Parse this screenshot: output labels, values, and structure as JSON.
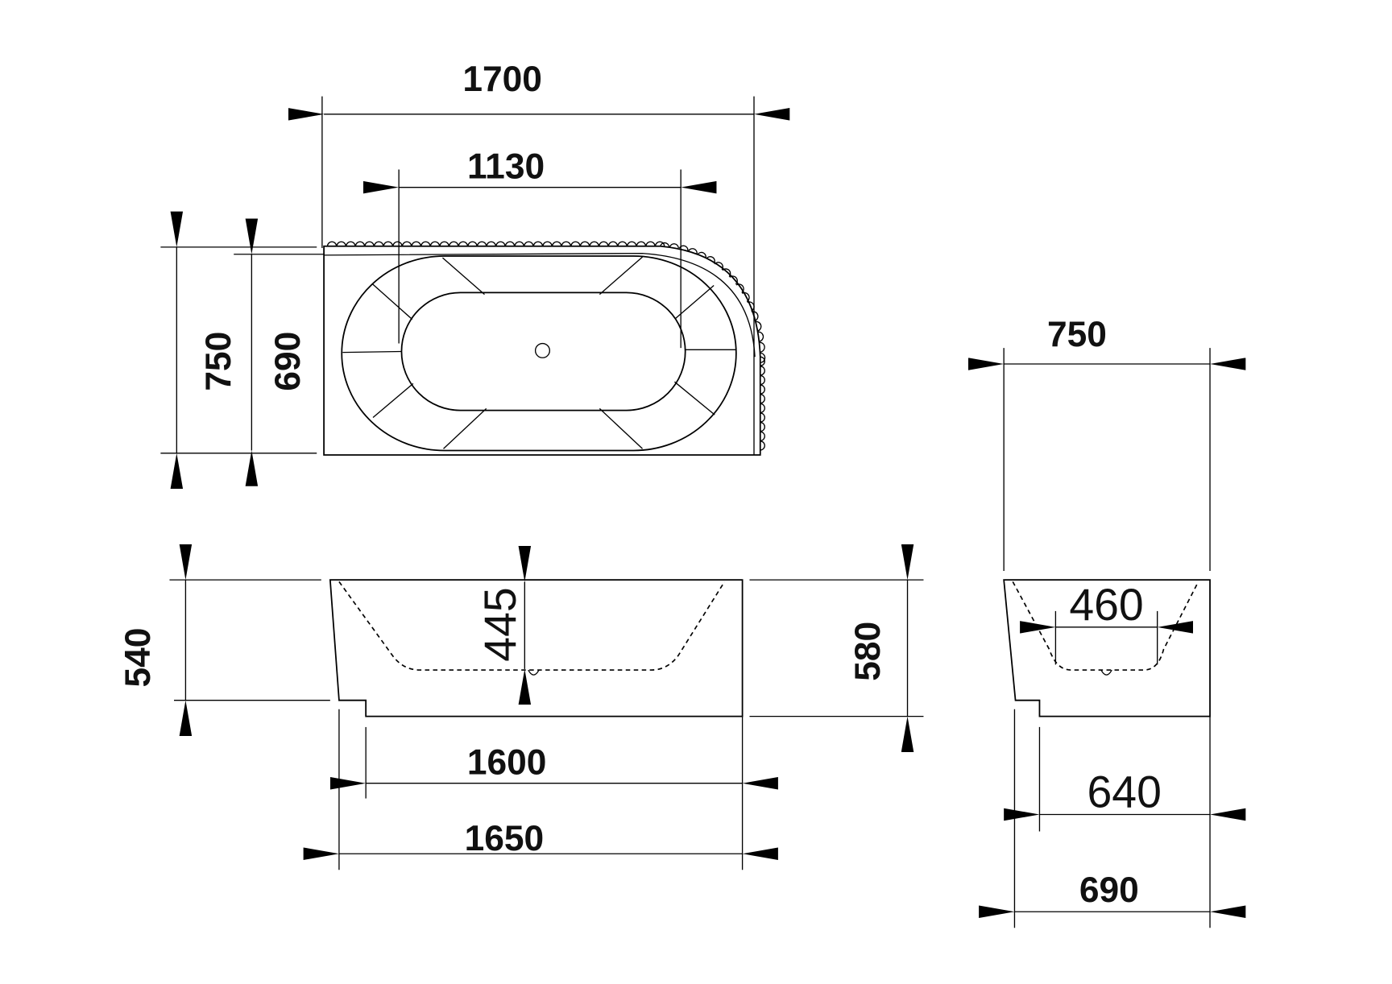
{
  "title": "Bathtub dimension drawing",
  "top_view": {
    "length_overall": "1700",
    "inner_length": "1130",
    "width_overall": "750",
    "width_inner": "690"
  },
  "side_view": {
    "height_back": "540",
    "depth": "445",
    "height_front": "580",
    "base_length": "1600",
    "bottom_length": "1650"
  },
  "end_view": {
    "width_top": "750",
    "inner_width": "460",
    "base_width": "640",
    "bottom_width": "690"
  }
}
